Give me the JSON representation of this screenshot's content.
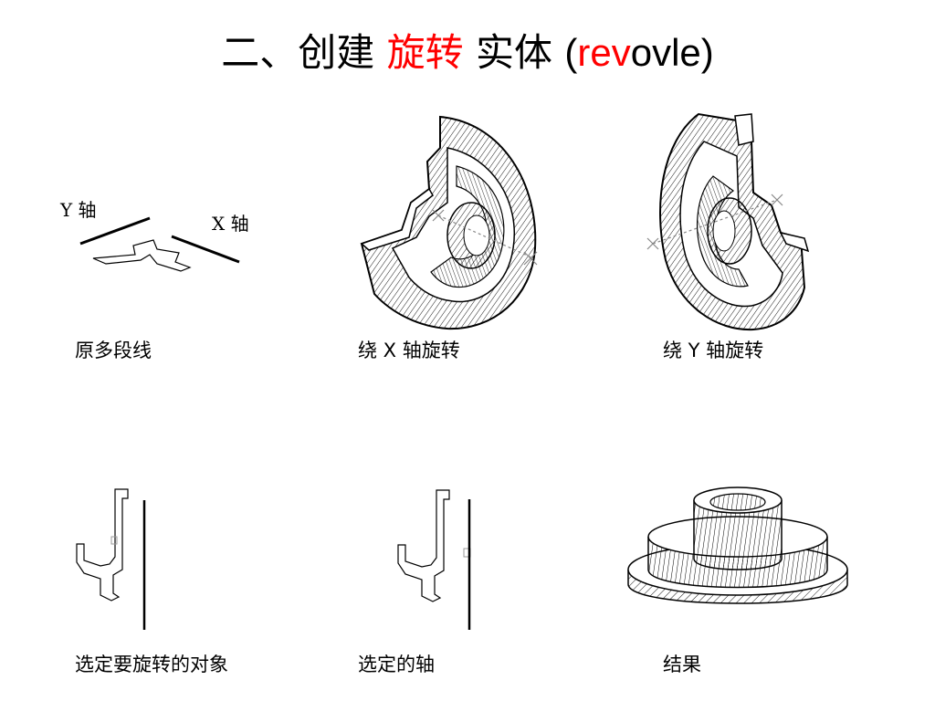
{
  "title": {
    "part1": "二、创建",
    "part2": "旋转",
    "part3": "实体",
    "paren_open": "(",
    "paren_red": "rev",
    "paren_rest": "ovle)"
  },
  "figures": {
    "original": {
      "caption": "原多段线",
      "y_axis_label": "Y 轴",
      "x_axis_label": "X 轴"
    },
    "revolve_x": {
      "caption": "绕 X 轴旋转"
    },
    "revolve_y": {
      "caption": "绕 Y 轴旋转"
    },
    "select_object": {
      "caption": "选定要旋转的对象"
    },
    "select_axis": {
      "caption": "选定的轴"
    },
    "result": {
      "caption": "结果"
    }
  }
}
